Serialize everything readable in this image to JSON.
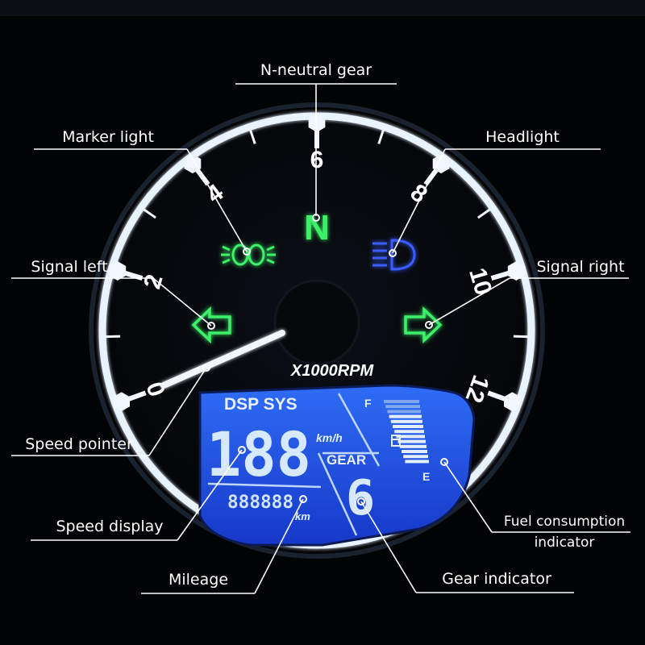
{
  "gauge": {
    "rpm_unit": "X1000RPM",
    "ticks": [
      "0",
      "2",
      "4",
      "6",
      "8",
      "10",
      "12"
    ]
  },
  "indicators": {
    "neutral_letter": "N"
  },
  "lcd": {
    "system_label": "DSP SYS",
    "speed_value": "188",
    "speed_unit": "km/h",
    "gear_label": "GEAR",
    "gear_value": "6",
    "mileage_value": "888888",
    "mileage_unit": "km",
    "fuel_full": "F",
    "fuel_empty": "E"
  },
  "callouts": {
    "neutral": "N-neutral gear",
    "marker_light": "Marker light",
    "headlight": "Headlight",
    "signal_left": "Signal left",
    "signal_right": "Signal right",
    "speed_pointer": "Speed pointer",
    "speed_display": "Speed display",
    "mileage": "Mileage",
    "gear_indicator": "Gear indicator",
    "fuel_line1": "Fuel consumption",
    "fuel_line2": "indicator"
  },
  "colors": {
    "indicator_green": "#3cf06a",
    "headlight_blue": "#3a5cff",
    "lcd_blue": "#1f4fe0",
    "lcd_segment": "#cfe6ff"
  }
}
